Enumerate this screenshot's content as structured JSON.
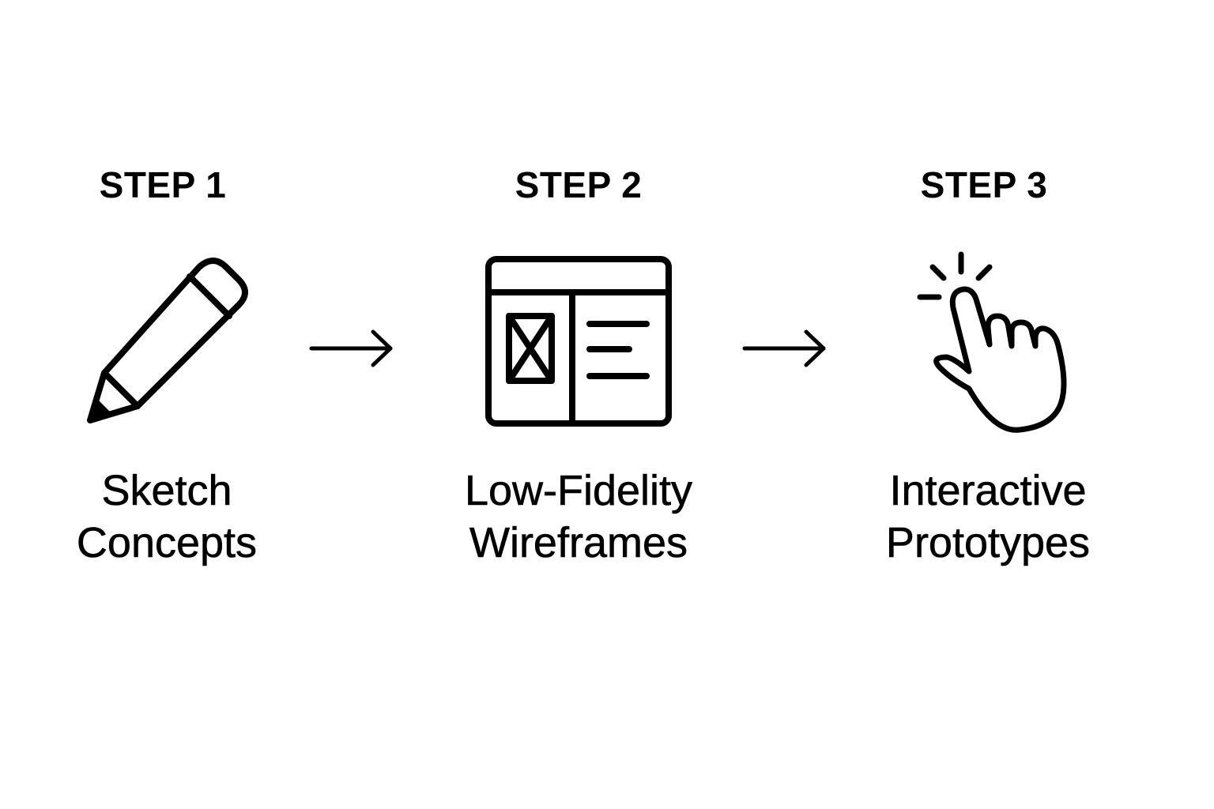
{
  "steps": [
    {
      "heading": "STEP 1",
      "label_line1": "Sketch",
      "label_line2": "Concepts",
      "icon": "pencil-icon"
    },
    {
      "heading": "STEP 2",
      "label_line1": "Low-Fidelity",
      "label_line2": "Wireframes",
      "icon": "wireframe-icon"
    },
    {
      "heading": "STEP 3",
      "label_line1": "Interactive",
      "label_line2": "Prototypes",
      "icon": "pointer-hand-icon"
    }
  ],
  "connectors": [
    {
      "icon": "arrow-right-icon"
    },
    {
      "icon": "arrow-right-icon"
    }
  ],
  "colors": {
    "foreground": "#000000",
    "background": "#ffffff"
  }
}
